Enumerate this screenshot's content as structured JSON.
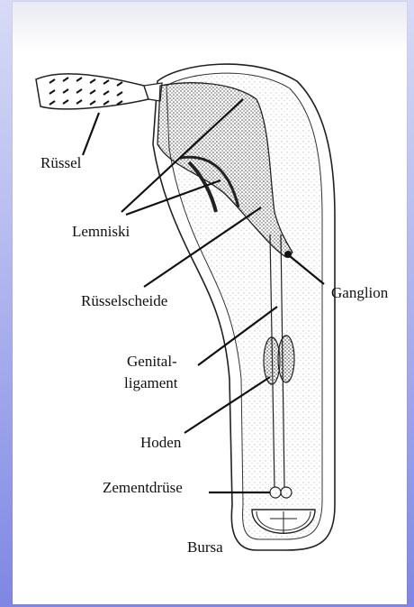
{
  "diagram": {
    "labels": {
      "ruessel": "Rüssel",
      "lemniski": "Lemniski",
      "ruesselscheide": "Rüsselscheide",
      "ganglion": "Ganglion",
      "genital_line1": "Genital-",
      "genital_line2": "ligament",
      "hoden": "Hoden",
      "zementdruese": "Zementdrüse",
      "bursa": "Bursa"
    }
  }
}
